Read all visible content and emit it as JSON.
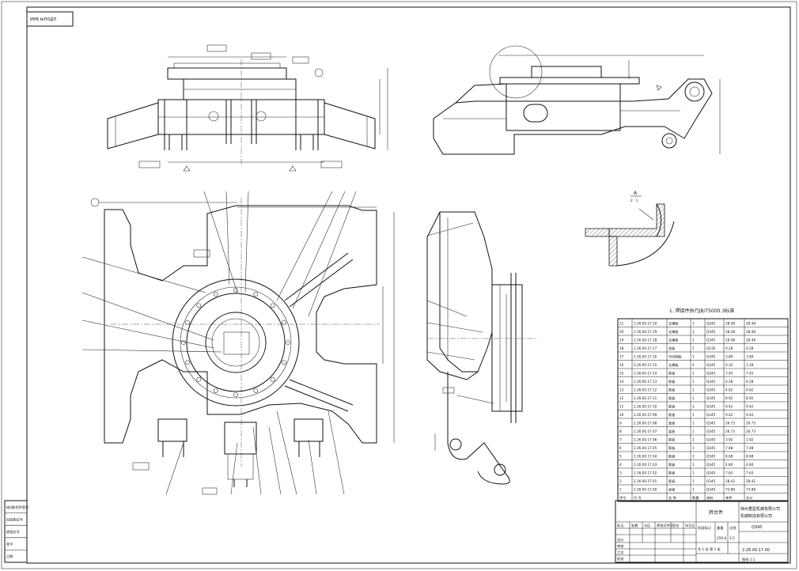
{
  "corner_tag": "ИНВ №ПОДЛ",
  "views": {
    "section_label": "A",
    "section_scale": "2 : 1"
  },
  "bom": {
    "title": "1. 焊接件执行JB/T5000.3标准",
    "columns": [
      "序号",
      "代号",
      "名称",
      "数量",
      "材料",
      "单件",
      "总计"
    ],
    "rows": [
      [
        "21",
        "2.26.00.17.20",
        "支撑板",
        "1",
        "Q345",
        "28.48",
        "28.48"
      ],
      [
        "20",
        "2.26.00.17.19",
        "支撑板",
        "1",
        "Q345",
        "28.48",
        "28.48"
      ],
      [
        "19",
        "2.26.00.17.18",
        "支撑板",
        "1",
        "Q345",
        "28.48",
        "28.48"
      ],
      [
        "18",
        "2.26.00.17.17",
        "垫板",
        "1",
        "Q235",
        "0.28",
        "0.28"
      ],
      [
        "17",
        "2.26.00.17.16",
        "中间隔板",
        "1",
        "Q345",
        "3.89",
        "3.89"
      ],
      [
        "16",
        "2.26.00.17.15",
        "支撑板",
        "4",
        "Q345",
        "0.32",
        "1.28"
      ],
      [
        "15",
        "2.26.00.17.14",
        "筋板",
        "1",
        "Q345",
        "7.45",
        "7.45"
      ],
      [
        "14",
        "2.26.00.17.13",
        "筋板",
        "1",
        "Q345",
        "6.28",
        "6.28"
      ],
      [
        "13",
        "2.26.00.17.12",
        "筋板",
        "1",
        "Q345",
        "4.62",
        "4.62"
      ],
      [
        "12",
        "2.26.00.17.11",
        "筋板",
        "1",
        "Q345",
        "8.92",
        "8.92"
      ],
      [
        "11",
        "2.26.00.17.10",
        "筋板",
        "1",
        "Q345",
        "9.42",
        "9.42"
      ],
      [
        "10",
        "2.26.00.17.09",
        "筋板",
        "1",
        "Q345",
        "9.42",
        "9.42"
      ],
      [
        "9",
        "2.26.00.17.08",
        "盖板",
        "1",
        "Q345",
        "26.73",
        "26.73"
      ],
      [
        "8",
        "2.26.00.17.07",
        "盖板",
        "1",
        "Q345",
        "26.73",
        "26.73"
      ],
      [
        "7",
        "2.26.00.17.06",
        "筋板",
        "1",
        "Q345",
        "3.92",
        "3.92"
      ],
      [
        "6",
        "2.26.00.17.05",
        "筋板",
        "1",
        "Q345",
        "7.48",
        "7.48"
      ],
      [
        "5",
        "2.26.00.17.04",
        "筋板",
        "1",
        "Q345",
        "8.68",
        "8.68"
      ],
      [
        "4",
        "2.26.00.17.03",
        "筋板",
        "1",
        "Q345",
        "4.84",
        "4.84"
      ],
      [
        "3",
        "2.26.00.17.02",
        "筋板",
        "1",
        "Q345",
        "7.63",
        "7.63"
      ],
      [
        "2",
        "2.26.00.17.01",
        "筋板",
        "1",
        "Q345",
        "28.42",
        "28.42"
      ],
      [
        "1",
        "2.26.00.17.00",
        "座板",
        "1",
        "Q345",
        "73.88",
        "73.88"
      ]
    ],
    "header": [
      "序号",
      "代 号",
      "名 称",
      "数量",
      "材料",
      "单件",
      "总计"
    ]
  },
  "title_block": {
    "part_name": "转台件",
    "company_line1": "徐州重型机械有限公司",
    "company_line2": "机械制造有限公司",
    "material": "Q345",
    "drawing_no": "2.26.00.17.00",
    "scale_label": "比例",
    "scale_value": "1:5",
    "weight_label": "重量",
    "weight_value": "259.8",
    "sheet_text": "共 1 张  第 1 张",
    "rows_left": [
      "标记",
      "处数",
      "分区",
      "更改文件号",
      "签名",
      "年月日"
    ],
    "roles": [
      "设计",
      "审核",
      "工艺",
      "批准"
    ],
    "stage": "阶段标记",
    "footer_left": "图纸 1:1"
  },
  "left_strip": [
    "借(通)用件登记",
    "旧底图总号",
    "底图总号",
    "签字",
    "日期"
  ]
}
